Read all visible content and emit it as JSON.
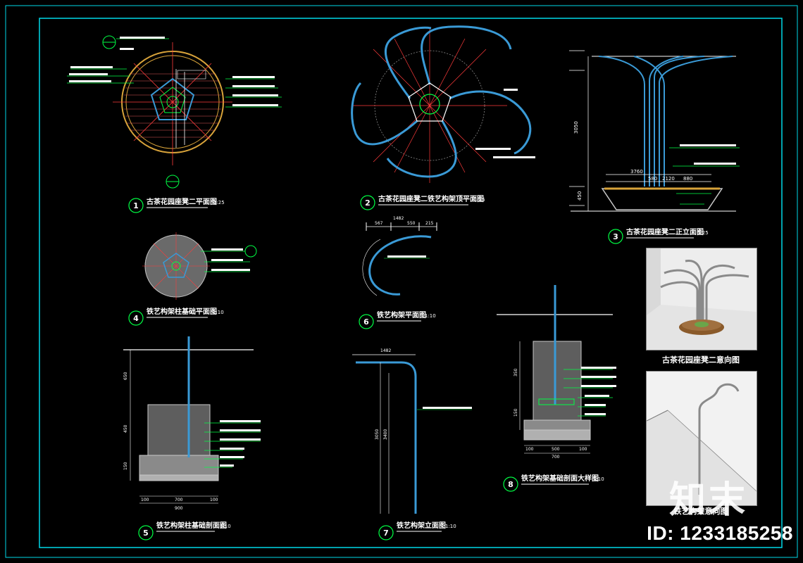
{
  "sheet": {
    "id_label": "ID: 1233185258",
    "logo_text": "知末",
    "colors": {
      "frame": "#00d8e8",
      "steel": "#3a9ad6",
      "axis": "#ff3b3b",
      "dim": "#ffffff",
      "green": "#00ff44",
      "concrete": "#c8c8c8"
    }
  },
  "drawings": [
    {
      "num": "1",
      "title": "古茶花园座凳二平面图",
      "scale": "1:25"
    },
    {
      "num": "2",
      "title": "古茶花园座凳二铁艺构架顶平面图",
      "scale": "1:25"
    },
    {
      "num": "3",
      "title": "古茶花园座凳二正立面图",
      "scale": "1:25"
    },
    {
      "num": "4",
      "title": "铁艺构架柱基础平面图",
      "scale": "1:10"
    },
    {
      "num": "5",
      "title": "铁艺构架柱基础剖面图",
      "scale": "1:10"
    },
    {
      "num": "6",
      "title": "铁艺构架平面图",
      "scale": "1:10"
    },
    {
      "num": "7",
      "title": "铁艺构架立面图",
      "scale": "1:10"
    },
    {
      "num": "8",
      "title": "铁艺构架基础剖面大样图",
      "scale": "1:10"
    }
  ],
  "renders": [
    {
      "label": "古茶花园座凳二意向图"
    },
    {
      "label": "铁艺构架意向图"
    }
  ],
  "dims": {
    "d6": [
      "567",
      "1482",
      "550",
      "215"
    ],
    "d7_top": "1482",
    "d7_side": [
      "3050",
      "3400"
    ],
    "d5_bottom": [
      "100",
      "700",
      "100"
    ],
    "d5_total": "900",
    "d5_left": [
      "650",
      "450",
      "150"
    ],
    "d8_bottom": [
      "100",
      "500",
      "100"
    ],
    "d8_total": "700",
    "d8_left": [
      "350",
      "150"
    ],
    "d3_left": [
      "3050",
      "450"
    ],
    "d3_plan": [
      "3760",
      "580",
      "2120",
      "880"
    ]
  }
}
